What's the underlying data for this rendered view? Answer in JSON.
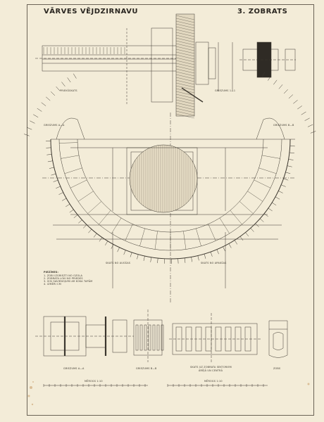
{
  "sheet": {
    "title_left": "VĀRVES VĒJDZIRNAVU",
    "title_right": "3. ZOBRATS"
  },
  "views": {
    "top_left_label": "PRIEKŠSKATS",
    "top_right_label": "GRIEZUMS 1—1",
    "section_a_label": "GRIEZUMS A—A",
    "section_b_label": "GRIEZUMS B—B",
    "plan_label_left": "SKATS NO AUGŠAS",
    "plan_label_right": "SKATS NO APAKŠAS",
    "bottom_a_label": "GRIEZUMS A—A",
    "bottom_b_label": "GRIEZUMS B—B",
    "bottom_mid_label": "SKATS UZ ZOBRATA SEKTORIEM",
    "bottom_mid_sub": "ĀRĒJĀ UN CENTRĀ",
    "bottom_right_label": "ZOBS",
    "scale_label": "MĒROGS 1:10"
  },
  "notes": {
    "heading": "PIEZĪMES:",
    "lines": [
      "1. ZOBI IZGRIEZTI NO OZOLA",
      "2. ZOBRATA LOKI NO PRIEDES",
      "3. VISI SAVIENOJUMI AR KOKA TAPĀM",
      "4. IZMĒRI CM"
    ]
  }
}
